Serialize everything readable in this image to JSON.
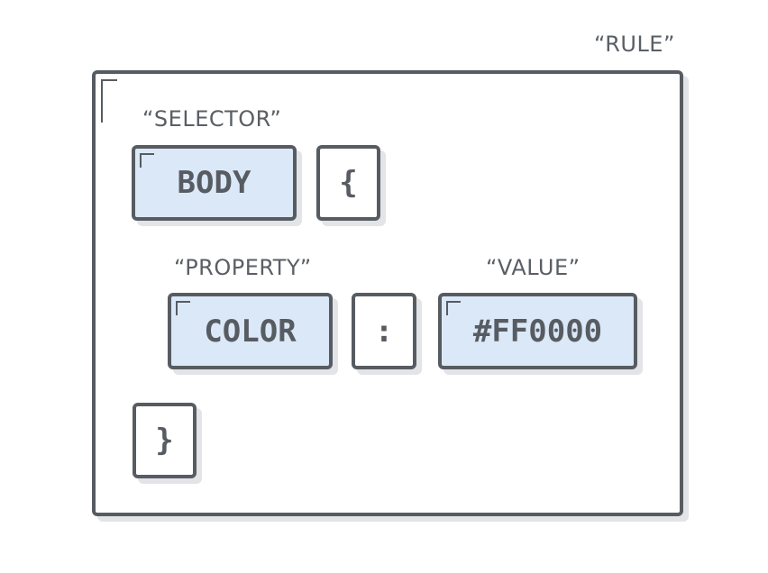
{
  "labels": {
    "rule": "“RULE”",
    "selector": "“SELECTOR”",
    "property": "“PROPERTY”",
    "value": "“VALUE”"
  },
  "tokens": {
    "selector": "BODY",
    "open_brace": "{",
    "property": "COLOR",
    "colon": ":",
    "value": "#FF0000",
    "close_brace": "}"
  }
}
